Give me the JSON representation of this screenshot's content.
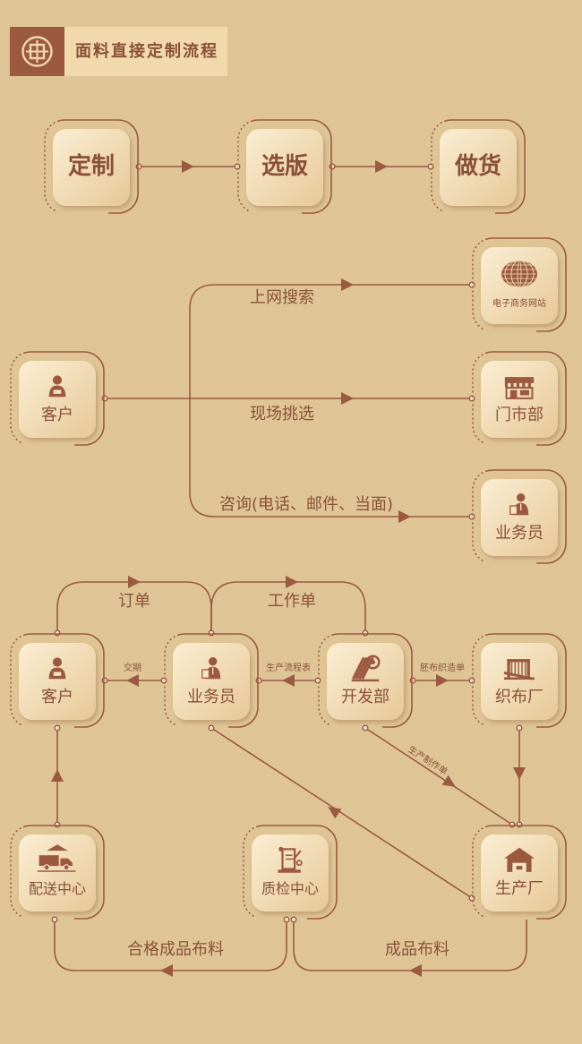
{
  "header": {
    "title": "面料直接定制流程"
  },
  "colors": {
    "background": "#dfc596",
    "accent": "#9b5a40",
    "line": "#9b5a40",
    "node_fill_light": "#f7e6c6",
    "node_fill_dark": "#e6c896"
  },
  "top_flow": {
    "nodes": [
      "定制",
      "选版",
      "做货"
    ]
  },
  "channels": {
    "customer": "客户",
    "routes": [
      {
        "label": "上网搜索",
        "target": "电子商务网站",
        "icon": "globe-icon"
      },
      {
        "label": "现场挑选",
        "target": "门市部",
        "icon": "storefront-icon"
      },
      {
        "label": "咨询(电话、邮件、当面)",
        "target": "业务员",
        "icon": "salesperson-icon"
      }
    ]
  },
  "production": {
    "nodes": {
      "customer": "客户",
      "salesperson": "业务员",
      "development": "开发部",
      "weaving": "织布厂",
      "distribution": "配送中心",
      "quality": "质检中心",
      "factory": "生产厂"
    },
    "edges": {
      "order": "订单",
      "work_order": "工作单",
      "delivery_date": "交期",
      "production_flow": "生产流程表",
      "greige_order": "胚布织造单",
      "production_order": "生产制作单",
      "qualified_fabric": "合格成品布料",
      "finished_fabric": "成品布料"
    }
  }
}
